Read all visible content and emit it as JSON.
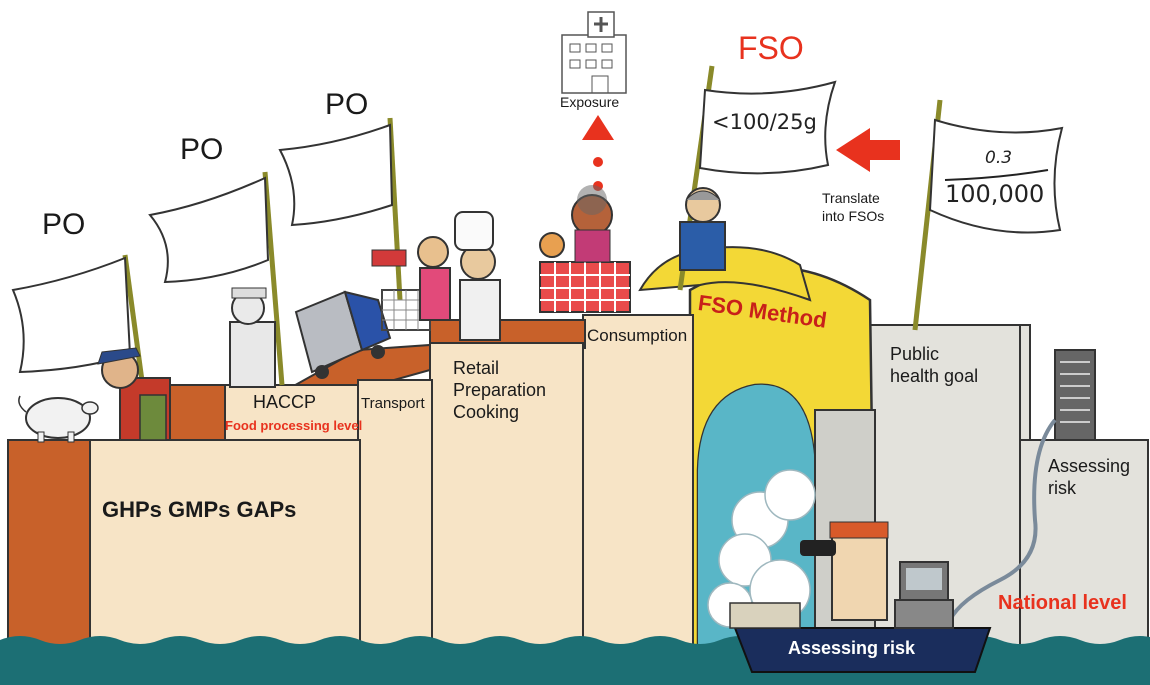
{
  "colors": {
    "sea": "#1c6f74",
    "beige": "#f7e4c6",
    "brown": "#c8612a",
    "grey": "#e3e2dc",
    "arch": "#f3d836",
    "arrow_red": "#e8321e",
    "boat": "#1a2d5c"
  },
  "labels": {
    "po1": "PO",
    "po2": "PO",
    "po3": "PO",
    "ghps": "GHPs GMPs GAPs",
    "haccp": "HACCP",
    "food_processing": "Food processing level",
    "transport": "Transport",
    "retail_line1": "Retail",
    "retail_line2": "Preparation",
    "retail_line3": "Cooking",
    "consumption": "Consumption",
    "exposure": "Exposure",
    "fso": "FSO",
    "fso_flag": "<100/25g",
    "translate_line1": "Translate",
    "translate_line2": "into FSOs",
    "fraction_num": "0.3",
    "fraction_den": "100,000",
    "fso_method": "FSO Method",
    "public_line1": "Public",
    "public_line2": "health goal",
    "assessing_right_line1": "Assessing",
    "assessing_right_line2": "risk",
    "national_level": "National level",
    "boat_label": "Assessing risk"
  },
  "icons": [
    "pig-icon",
    "farmer-icon",
    "worker-icon",
    "truck-icon",
    "shopping-cart-icon",
    "chef-icon",
    "family-table-icon",
    "official-icon",
    "hospital-icon",
    "server-rack-icon",
    "binoculars-icon",
    "computer-icon"
  ]
}
